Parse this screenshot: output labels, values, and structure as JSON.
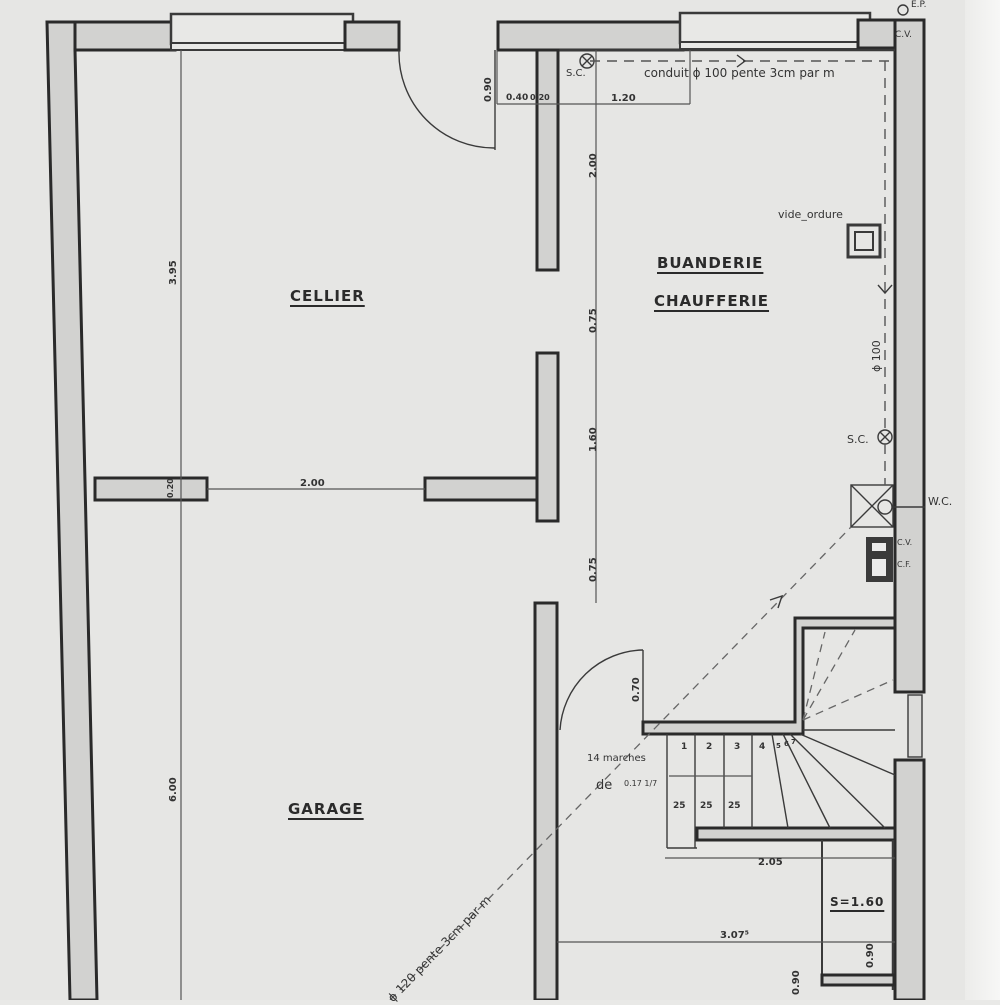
{
  "plan": {
    "rooms": {
      "cellier": "CELLIER",
      "buanderie": "BUANDERIE",
      "chaufferie": "CHAUFFERIE",
      "garage": "GARAGE",
      "s_area": "S=1.60"
    },
    "annotations": {
      "ep": "E.P.",
      "cv_top": "C.V.",
      "sc_top": "S.C.",
      "conduit": "conduit ϕ 100 pente 3cm par m",
      "vide_ordure": "vide_ordure",
      "phi100": "ϕ 100",
      "sc_mid": "S.C.",
      "wc": "W.C.",
      "cv": "C.V.",
      "cf": "C.F.",
      "stairs_count": "14 marches",
      "stairs_de": "de",
      "stairs_height": "0.17 1/7",
      "drain": "ϕ 120 pente 3cm par m"
    },
    "dimensions": {
      "door_090": "0.90",
      "d_040": "0.40",
      "d_020": "0.20",
      "d_120": "1.20",
      "d_200_v": "2.00",
      "d_395": "3.95",
      "d_075_a": "0.75",
      "d_160": "1.60",
      "d_075_b": "0.75",
      "d_200_h": "2.00",
      "d_020_wall": "0.20",
      "d_070": "0.70",
      "d_600": "6.00",
      "d_205": "2.05",
      "d_307": "3.07⁵",
      "d_090_b": "0.90",
      "d_090_c": "0.90"
    },
    "stair_steps": [
      "1",
      "2",
      "3",
      "4",
      "5",
      "6",
      "7"
    ],
    "tread_widths": [
      "25",
      "25",
      "25"
    ]
  }
}
